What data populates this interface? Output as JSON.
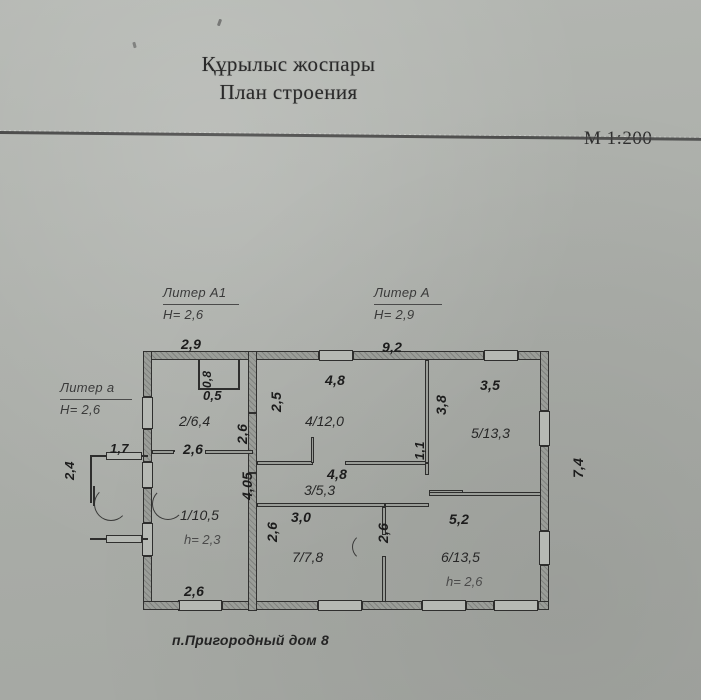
{
  "document": {
    "title_kz": "Құрылыс жоспары",
    "title_ru": "План строения",
    "scale": "М 1:200",
    "caption": "п.Пригородный дом 8"
  },
  "liters": [
    {
      "id": "a1",
      "name": "Литер А1",
      "height": "H= 2,6"
    },
    {
      "id": "a",
      "name": "Литер А",
      "height": "H= 2,9"
    },
    {
      "id": "small",
      "name": "Литер а",
      "height": "H= 2,6"
    }
  ],
  "overall_dimensions": {
    "liter_a1_width": "2,9",
    "liter_a_width": "9,2",
    "right_depth": "7,4",
    "annex_width": "1,7",
    "annex_depth": "2,4"
  },
  "rooms": [
    {
      "num": "2",
      "label": "2/6,4",
      "area": "6,4",
      "width": "2,6",
      "depth": "2,6",
      "height": ""
    },
    {
      "num": "4",
      "label": "4/12,0",
      "area": "12,0",
      "width": "4,8",
      "depth": "2,5",
      "height": ""
    },
    {
      "num": "5",
      "label": "5/13,3",
      "area": "13,3",
      "width": "3,5",
      "depth": "3,8",
      "height": ""
    },
    {
      "num": "1",
      "label": "1/10,5",
      "area": "10,5",
      "width": "2,6",
      "depth": "4,05",
      "height": "h= 2,3"
    },
    {
      "num": "3",
      "label": "3/5,3",
      "area": "5,3",
      "width": "4,8",
      "depth": "1,1",
      "height": ""
    },
    {
      "num": "7",
      "label": "7/7,8",
      "area": "7,8",
      "width": "3,0",
      "depth": "2,6",
      "height": ""
    },
    {
      "num": "6",
      "label": "6/13,5",
      "area": "13,5",
      "width": "5,2",
      "depth": "2,6",
      "height": "h= 2,6"
    }
  ],
  "dimension_marks": {
    "top_a1": "2,9",
    "top_a": "9,2",
    "closet_w": "0,8",
    "closet_d": "0,5",
    "r2_area": "2/6,4",
    "r2_bottom": "2,6",
    "r2_right": "2,6",
    "r4_left": "2,5",
    "r4_top": "4,8",
    "r4_area": "4/12,0",
    "r5_top": "3,5",
    "r5_left": "3,8",
    "r5_area": "5/13,3",
    "corr_top": "4,8",
    "corr_area": "3/5,3",
    "corr_right": "1,1",
    "r1_area": "1/10,5",
    "r1_height": "h= 2,3",
    "r1_right": "4,05",
    "r1_bottom": "2,6",
    "r7_top": "3,0",
    "r7_left": "2,6",
    "r7_area": "7/7,8",
    "r7_right": "2,6",
    "r6_top": "5,2",
    "r6_area": "6/13,5",
    "r6_height": "h= 2,6",
    "right_wall": "7,4",
    "annex_top": "1,7",
    "annex_left": "2,4"
  },
  "colors": {
    "paper": "#adb0ac",
    "wall_fill": "#8f928d",
    "ink": "#1c1c1c",
    "light_ink": "#4a4a4a"
  }
}
